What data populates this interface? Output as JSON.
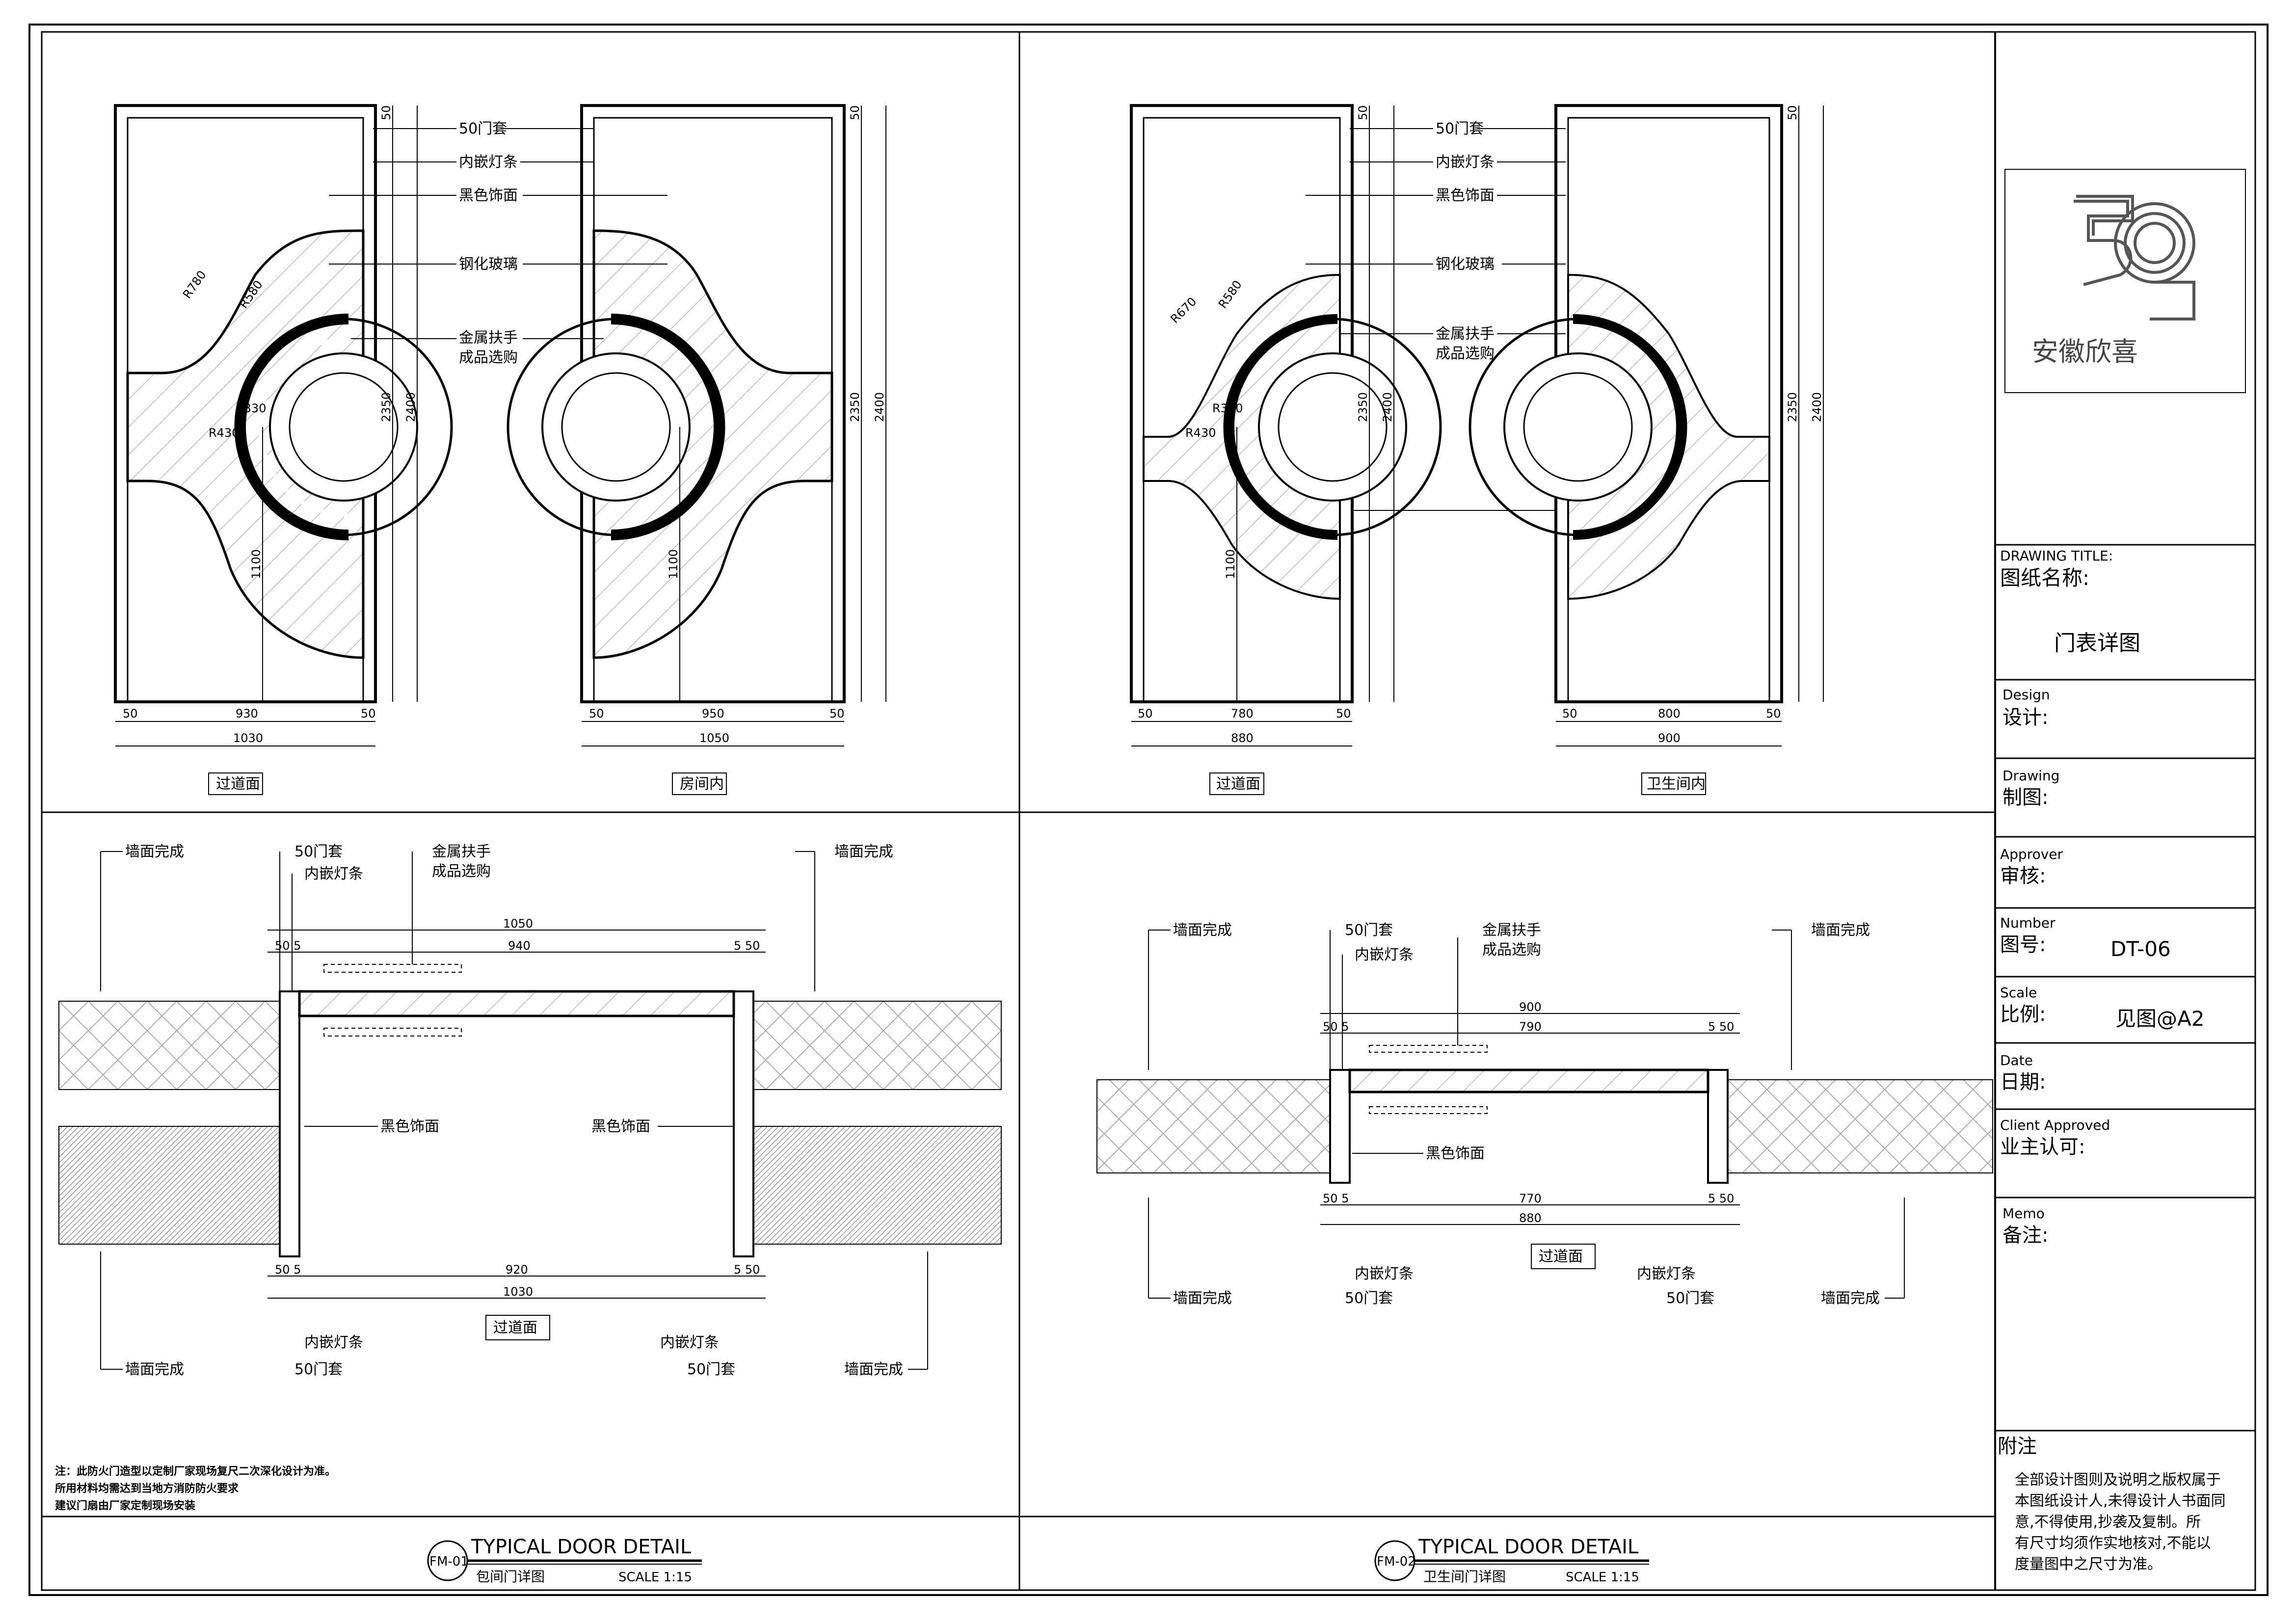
{
  "door_elevations": {
    "fm01": {
      "left_view_label": "过道面",
      "right_view_label": "房间内",
      "left_dims": {
        "inner_width": "930",
        "outer_width": "1030",
        "jamb_left": "50",
        "jamb_right": "50"
      },
      "right_dims": {
        "inner_width": "950",
        "outer_width": "1050",
        "jamb_left": "50",
        "jamb_right": "50"
      },
      "height_inner": "2350",
      "height_outer": "2400",
      "handle_height": "1100",
      "top_jamb": "50",
      "radii": {
        "r1": "R780",
        "r2": "R580",
        "r3": "R330",
        "r4": "R430"
      }
    },
    "fm02": {
      "left_view_label": "过道面",
      "right_view_label": "卫生间内",
      "left_dims": {
        "inner_width": "780",
        "outer_width": "880",
        "jamb_left": "50",
        "jamb_right": "50"
      },
      "right_dims": {
        "inner_width": "800",
        "outer_width": "900",
        "jamb_left": "50",
        "jamb_right": "50"
      },
      "height_inner": "2350",
      "height_outer": "2400",
      "handle_height": "1100",
      "top_jamb": "50",
      "radii": {
        "r1": "R670",
        "r2": "R580",
        "r3": "R330",
        "r4": "R430"
      }
    },
    "callouts": {
      "frame": "50门套",
      "light_strip": "内嵌灯条",
      "black_finish": "黑色饰面",
      "tempered_glass": "钢化玻璃",
      "handle_l1": "金属扶手",
      "handle_l2": "成品选购"
    }
  },
  "sections": {
    "fm01": {
      "wall_finish": "墙面完成",
      "frame": "50门套",
      "light_strip": "内嵌灯条",
      "handle_l1": "金属扶手",
      "handle_l2": "成品选购",
      "black_finish": "黑色饰面",
      "top_overall": "1050",
      "top_inner": "940",
      "bottom_inner": "920",
      "bottom_overall": "1030",
      "small_dim": "50 5",
      "small_dim_r": "5 50",
      "view_label": "过道面"
    },
    "fm02": {
      "wall_finish": "墙面完成",
      "frame": "50门套",
      "light_strip": "内嵌灯条",
      "handle_l1": "金属扶手",
      "handle_l2": "成品选购",
      "black_finish": "黑色饰面",
      "top_overall": "900",
      "top_inner": "790",
      "bottom_inner": "770",
      "bottom_overall": "880",
      "small_dim": "50 5",
      "small_dim_r": "5 50",
      "view_label": "过道面"
    }
  },
  "notes": [
    "注：此防火门造型以定制厂家现场复尺二次深化设计为准。",
    "所用材料均需达到当地方消防防火要求",
    "建议门扇由厂家定制现场安装"
  ],
  "detail_titles": [
    {
      "code": "FM-01",
      "title": "TYPICAL DOOR DETAIL",
      "subtitle": "包间门详图",
      "scale": "SCALE 1:15"
    },
    {
      "code": "FM-02",
      "title": "TYPICAL DOOR DETAIL",
      "subtitle": "卫生间门详图",
      "scale": "SCALE 1:15"
    }
  ],
  "title_block": {
    "logo_text": "安徽欣喜",
    "drawing_title_en": "DRAWING TITLE:",
    "drawing_title_cn": "图纸名称:",
    "drawing_name": "门表详图",
    "design_en": "Design",
    "design_cn": "设计:",
    "drawing_en": "Drawing",
    "drawing_cn": "制图:",
    "approver_en": "Approver",
    "approver_cn": "审核:",
    "number_en": "Number",
    "number_cn": "图号:",
    "number_value": "DT-06",
    "scale_en": "Scale",
    "scale_cn": "比例:",
    "scale_value": "见图@A2",
    "date_en": "Date",
    "date_cn": "日期:",
    "client_en": "Client Approved",
    "client_cn": "业主认可:",
    "memo_en": "Memo",
    "memo_cn": "备注:",
    "appendix_title": "附注",
    "appendix_lines": [
      "全部设计图则及说明之版权属于",
      "本图纸设计人,未得设计人书面同",
      "意,不得使用,抄袭及复制。所",
      "有尺寸均须作实地核对,不能以",
      "度量图中之尺寸为准。"
    ]
  }
}
